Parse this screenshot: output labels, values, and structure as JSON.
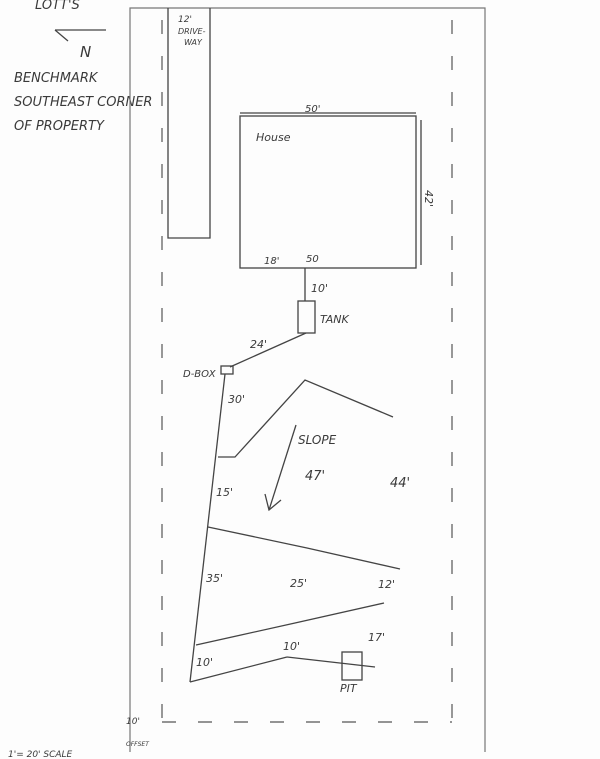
{
  "header": {
    "cut_text": "LOTT'S",
    "north": "N"
  },
  "benchmark": {
    "line1": "BENCHMARK",
    "line2": "SOUTHEAST CORNER",
    "line3": "OF PROPERTY"
  },
  "driveway": {
    "width": "12'",
    "label1": "DRIVE-",
    "label2": "WAY"
  },
  "house": {
    "label": "House",
    "width": "50'",
    "depth": "42'",
    "offset": "18'",
    "outlet": "50"
  },
  "tank": {
    "label": "TANK",
    "pipe_length": "10'"
  },
  "dbox": {
    "label": "D-BOX",
    "pipe_length": "24'"
  },
  "field": {
    "slope": "SLOPE",
    "lengths": [
      "30'",
      "15'",
      "47'",
      "44'",
      "35'",
      "25'",
      "12'",
      "10'",
      "17'",
      "10'"
    ]
  },
  "pit": {
    "label": "PIT"
  },
  "offset": {
    "value": "10'",
    "label": "OFFSET"
  },
  "scale": "1'= 20' SCALE"
}
